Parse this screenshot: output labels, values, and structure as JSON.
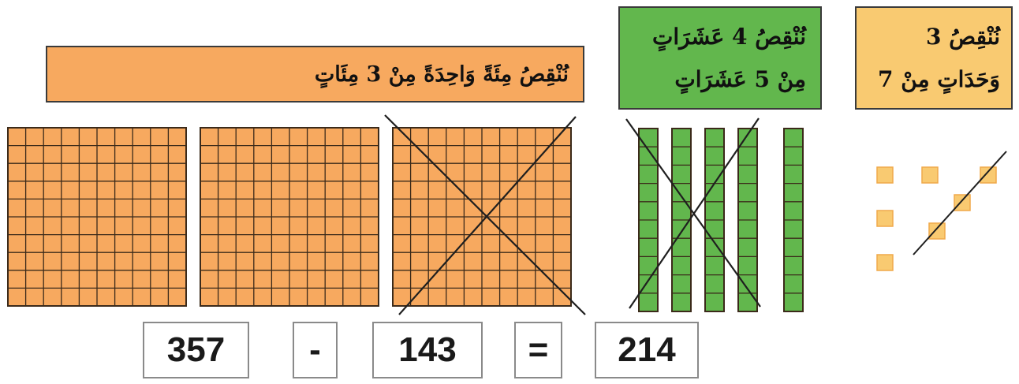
{
  "colors": {
    "hundreds": "#f7a95f",
    "tens": "#62b74d",
    "ones": "#f9ca71",
    "block_grid": "#3b2a1a",
    "strike": "#1f1f1f"
  },
  "labels": {
    "hundreds": "نُنْقِصُ مِئَةً وَاحِدَةً مِنْ 3 مِئَاتٍ",
    "tens": [
      "نُنْقِصُ 4 عَشَرَاتٍ",
      "مِنْ 5 عَشَرَاتٍ"
    ],
    "ones": [
      "نُنْقِصُ 3",
      "وَحَدَاتٍ مِنْ 7"
    ]
  },
  "blocks": {
    "hundreds_total": 3,
    "hundreds_removed": 1,
    "tens_total": 5,
    "tens_removed": 4,
    "ones_total": 7,
    "ones_removed": 3
  },
  "equation": {
    "minuend": "357",
    "operator": "-",
    "subtrahend": "143",
    "equals": "=",
    "result": "214"
  }
}
